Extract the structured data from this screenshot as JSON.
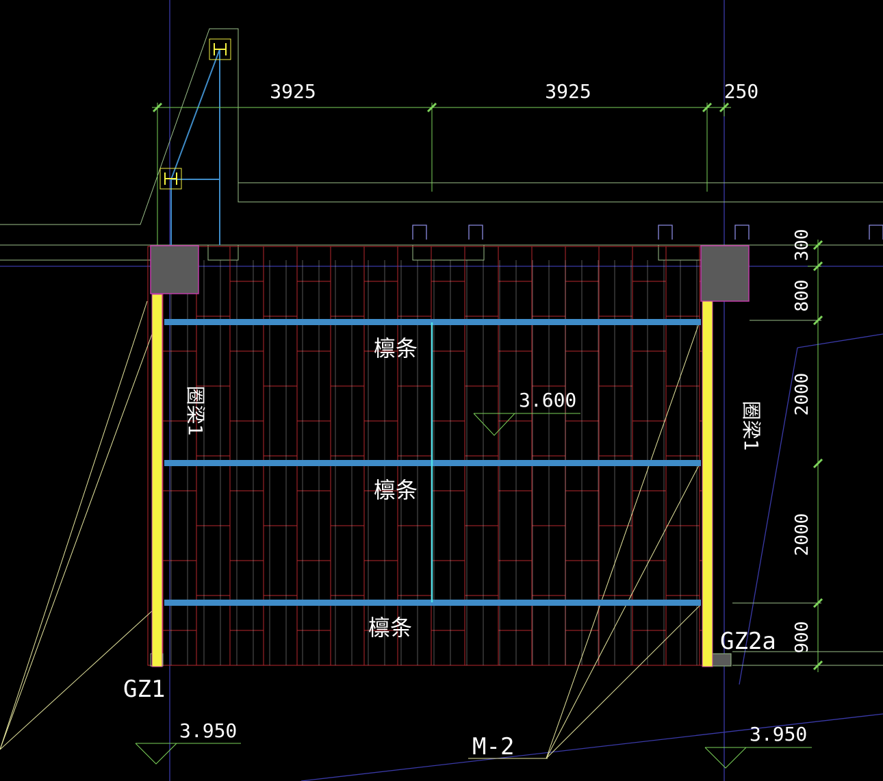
{
  "colors": {
    "background": "#000000",
    "dimension": "#7dd35a",
    "grid": "#3a3aa8",
    "tile": "#b8282e",
    "purlin": "#3f8cc8",
    "column": "#f5f242",
    "leader": "#e8e8a0",
    "post": "#5a5a5a",
    "text": "#ffffff",
    "centerline": "#4fe0e8",
    "frame": "#9cc08a"
  },
  "dimensions": {
    "top": [
      "3925",
      "3925",
      "250"
    ],
    "right": [
      "300",
      "800",
      "2000",
      "2000",
      "900"
    ]
  },
  "labels": {
    "purlin": [
      "檩条",
      "檩条",
      "檩条"
    ],
    "ring_beam_left": "圈梁1",
    "ring_beam_right": "圈梁1",
    "column_left": "GZ1",
    "column_right": "GZ2a",
    "door": "M-2"
  },
  "elevations": {
    "ridge": "3.600",
    "left": "3.950",
    "right": "3.950"
  },
  "icons": {
    "steel_section": "h-section-icon",
    "level_marker": "elevation-triangle-icon"
  }
}
